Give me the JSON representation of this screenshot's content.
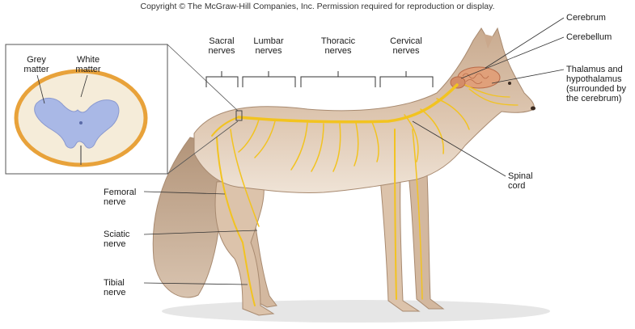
{
  "copyright": "Copyright © The McGraw-Hill Companies, Inc. Permission required for reproduction or display.",
  "labels": {
    "sacral": [
      "Sacral",
      "nerves"
    ],
    "lumbar": [
      "Lumbar",
      "nerves"
    ],
    "thoracic": [
      "Thoracic",
      "nerves"
    ],
    "cervical": [
      "Cervical",
      "nerves"
    ],
    "cerebrum": "Cerebrum",
    "cerebellum": "Cerebellum",
    "thalamus": [
      "Thalamus and",
      "hypothalamus",
      "(surrounded by",
      "the cerebrum)"
    ],
    "grey_matter": [
      "Grey",
      "matter"
    ],
    "white_matter": [
      "White",
      "matter"
    ],
    "spinal_cord": [
      "Spinal",
      "cord"
    ],
    "femoral": [
      "Femoral",
      "nerve"
    ],
    "sciatic": [
      "Sciatic",
      "nerve"
    ],
    "tibial": [
      "Tibial",
      "nerve"
    ]
  },
  "colors": {
    "fur": "#dcc3ab",
    "fur_dark": "#b89a80",
    "nerve": "#f2c320",
    "grey_matter": "#a9b8e6",
    "white_matter": "#f5ecd9",
    "cord_edge": "#e8a23a",
    "brain": "#e0a07a"
  }
}
